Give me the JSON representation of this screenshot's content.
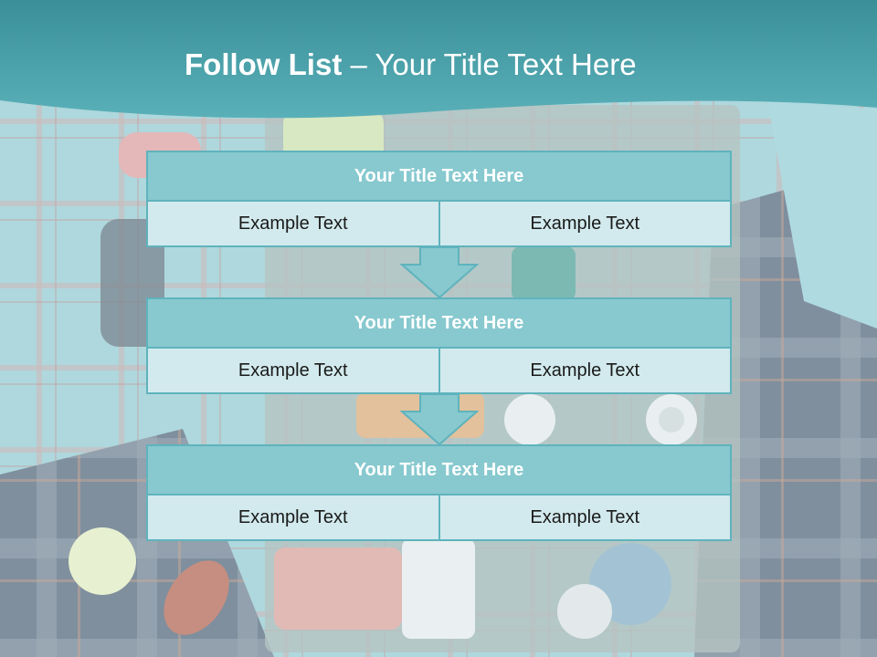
{
  "header": {
    "title_bold": "Follow List",
    "title_rest": " – Your Title Text Here"
  },
  "blocks": [
    {
      "title": "Your Title Text Here",
      "left": "Example Text",
      "right": "Example Text"
    },
    {
      "title": "Your Title Text Here",
      "left": "Example Text",
      "right": "Example Text"
    },
    {
      "title": "Your Title Text Here",
      "left": "Example Text",
      "right": "Example Text"
    }
  ],
  "colors": {
    "accent": "#5fb3bd",
    "header_fill": "#87c9cf",
    "cell_fill": "#d2eaed",
    "banner": "#3f9ea8"
  }
}
